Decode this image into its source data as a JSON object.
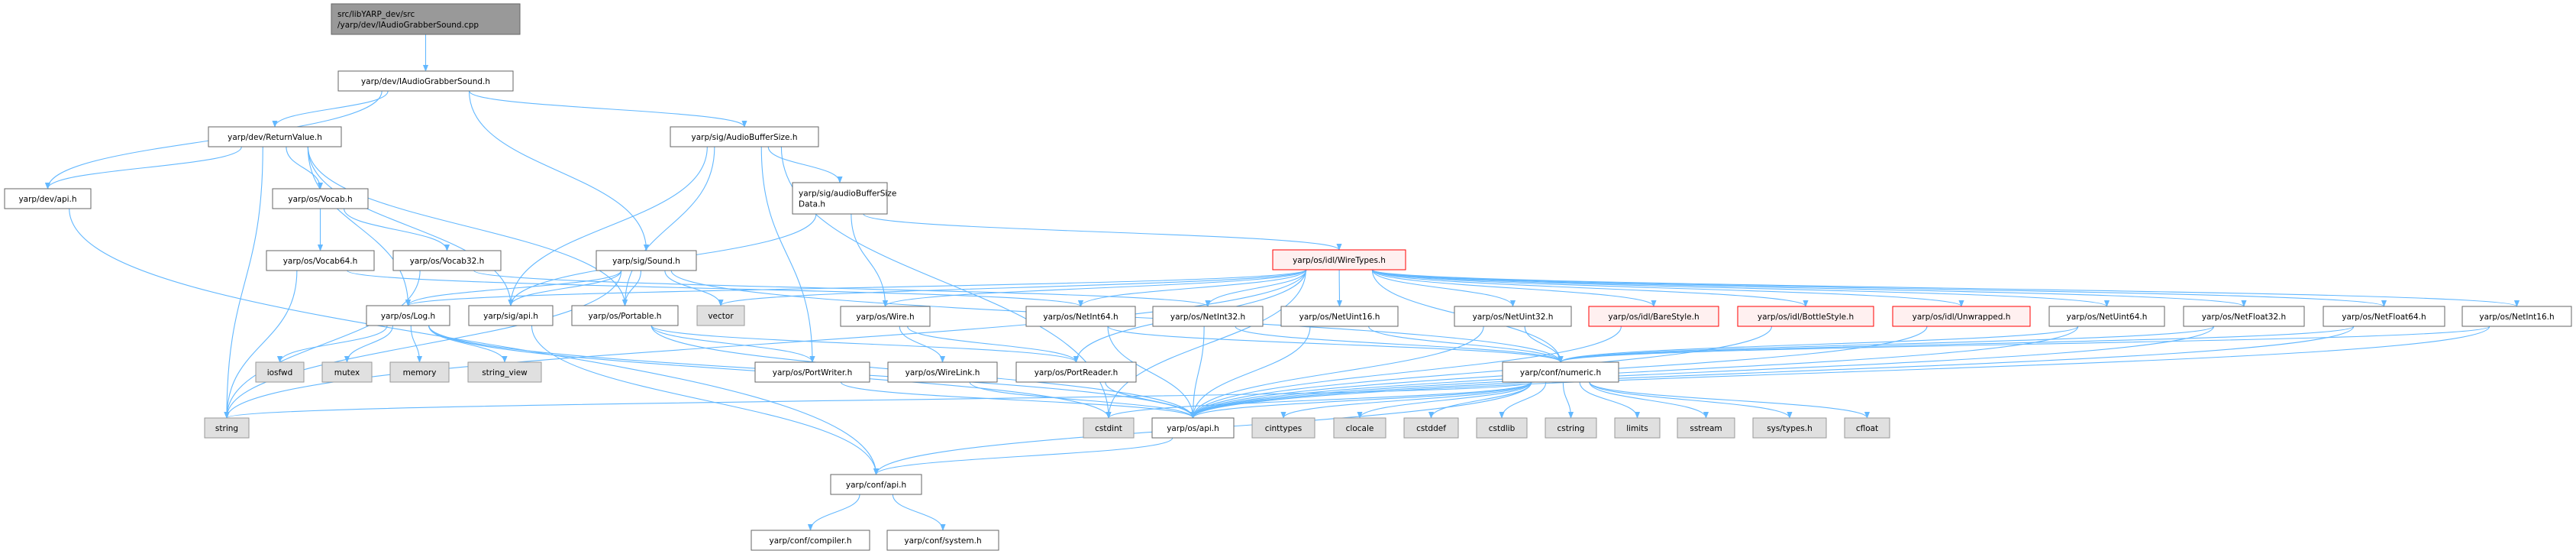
{
  "title": "src/libYARP_dev/src/yarp/dev/IAudioGrabberSound.cpp include dependency graph",
  "colors": {
    "edge": "#63b8ff",
    "root_fill": "#999999",
    "root_border": "#666666",
    "node_border": "#666666",
    "system_fill": "#e0e0e0",
    "system_border": "#999999",
    "missing_fill": "#fff0f0",
    "missing_border": "#ff0000"
  },
  "nodes": [
    {
      "id": "root",
      "lines": [
        "src/libYARP_dev/src",
        "/yarp/dev/IAudioGrabberSound.cpp"
      ],
      "kind": "root"
    },
    {
      "id": "iags",
      "lines": [
        "yarp/dev/IAudioGrabberSound.h"
      ],
      "kind": "file"
    },
    {
      "id": "retval",
      "lines": [
        "yarp/dev/ReturnValue.h"
      ],
      "kind": "file"
    },
    {
      "id": "abs",
      "lines": [
        "yarp/sig/AudioBufferSize.h"
      ],
      "kind": "file"
    },
    {
      "id": "devapi",
      "lines": [
        "yarp/dev/api.h"
      ],
      "kind": "file"
    },
    {
      "id": "vocab",
      "lines": [
        "yarp/os/Vocab.h"
      ],
      "kind": "file"
    },
    {
      "id": "absdata",
      "lines": [
        "yarp/sig/audioBufferSize",
        "Data.h"
      ],
      "kind": "file"
    },
    {
      "id": "vocab64",
      "lines": [
        "yarp/os/Vocab64.h"
      ],
      "kind": "file"
    },
    {
      "id": "vocab32",
      "lines": [
        "yarp/os/Vocab32.h"
      ],
      "kind": "file"
    },
    {
      "id": "sound",
      "lines": [
        "yarp/sig/Sound.h"
      ],
      "kind": "file"
    },
    {
      "id": "wiretypes",
      "lines": [
        "yarp/os/idl/WireTypes.h"
      ],
      "kind": "missing"
    },
    {
      "id": "log",
      "lines": [
        "yarp/os/Log.h"
      ],
      "kind": "file"
    },
    {
      "id": "sigapi",
      "lines": [
        "yarp/sig/api.h"
      ],
      "kind": "file"
    },
    {
      "id": "portable",
      "lines": [
        "yarp/os/Portable.h"
      ],
      "kind": "file"
    },
    {
      "id": "vector",
      "lines": [
        "vector"
      ],
      "kind": "system"
    },
    {
      "id": "wire",
      "lines": [
        "yarp/os/Wire.h"
      ],
      "kind": "file"
    },
    {
      "id": "netint64",
      "lines": [
        "yarp/os/NetInt64.h"
      ],
      "kind": "file"
    },
    {
      "id": "netint32",
      "lines": [
        "yarp/os/NetInt32.h"
      ],
      "kind": "file"
    },
    {
      "id": "netuint16",
      "lines": [
        "yarp/os/NetUint16.h"
      ],
      "kind": "file"
    },
    {
      "id": "netuint32",
      "lines": [
        "yarp/os/NetUint32.h"
      ],
      "kind": "file"
    },
    {
      "id": "barestyle",
      "lines": [
        "yarp/os/idl/BareStyle.h"
      ],
      "kind": "missing"
    },
    {
      "id": "bottlestyle",
      "lines": [
        "yarp/os/idl/BottleStyle.h"
      ],
      "kind": "missing"
    },
    {
      "id": "unwrapped",
      "lines": [
        "yarp/os/idl/Unwrapped.h"
      ],
      "kind": "missing"
    },
    {
      "id": "netuint64",
      "lines": [
        "yarp/os/NetUint64.h"
      ],
      "kind": "file"
    },
    {
      "id": "netfloat32",
      "lines": [
        "yarp/os/NetFloat32.h"
      ],
      "kind": "file"
    },
    {
      "id": "netfloat64",
      "lines": [
        "yarp/os/NetFloat64.h"
      ],
      "kind": "file"
    },
    {
      "id": "netint16",
      "lines": [
        "yarp/os/NetInt16.h"
      ],
      "kind": "file"
    },
    {
      "id": "iosfwd",
      "lines": [
        "iosfwd"
      ],
      "kind": "system"
    },
    {
      "id": "mutex",
      "lines": [
        "mutex"
      ],
      "kind": "system"
    },
    {
      "id": "memory",
      "lines": [
        "memory"
      ],
      "kind": "system"
    },
    {
      "id": "string_view",
      "lines": [
        "string_view"
      ],
      "kind": "system"
    },
    {
      "id": "portwriter",
      "lines": [
        "yarp/os/PortWriter.h"
      ],
      "kind": "file"
    },
    {
      "id": "wirelink",
      "lines": [
        "yarp/os/WireLink.h"
      ],
      "kind": "file"
    },
    {
      "id": "portreader",
      "lines": [
        "yarp/os/PortReader.h"
      ],
      "kind": "file"
    },
    {
      "id": "numeric",
      "lines": [
        "yarp/conf/numeric.h"
      ],
      "kind": "file"
    },
    {
      "id": "string",
      "lines": [
        "string"
      ],
      "kind": "system"
    },
    {
      "id": "cstdint",
      "lines": [
        "cstdint"
      ],
      "kind": "system"
    },
    {
      "id": "osapi",
      "lines": [
        "yarp/os/api.h"
      ],
      "kind": "file"
    },
    {
      "id": "cinttypes",
      "lines": [
        "cinttypes"
      ],
      "kind": "system"
    },
    {
      "id": "clocale",
      "lines": [
        "clocale"
      ],
      "kind": "system"
    },
    {
      "id": "cstddef",
      "lines": [
        "cstddef"
      ],
      "kind": "system"
    },
    {
      "id": "cstdlib",
      "lines": [
        "cstdlib"
      ],
      "kind": "system"
    },
    {
      "id": "cstring",
      "lines": [
        "cstring"
      ],
      "kind": "system"
    },
    {
      "id": "limits",
      "lines": [
        "limits"
      ],
      "kind": "system"
    },
    {
      "id": "sstream",
      "lines": [
        "sstream"
      ],
      "kind": "system"
    },
    {
      "id": "systypes",
      "lines": [
        "sys/types.h"
      ],
      "kind": "system"
    },
    {
      "id": "cfloat",
      "lines": [
        "cfloat"
      ],
      "kind": "system"
    },
    {
      "id": "confapi",
      "lines": [
        "yarp/conf/api.h"
      ],
      "kind": "file"
    },
    {
      "id": "compiler",
      "lines": [
        "yarp/conf/compiler.h"
      ],
      "kind": "file"
    },
    {
      "id": "system",
      "lines": [
        "yarp/conf/system.h"
      ],
      "kind": "file"
    }
  ],
  "edges": [
    [
      "root",
      "iags"
    ],
    [
      "iags",
      "devapi"
    ],
    [
      "iags",
      "retval"
    ],
    [
      "iags",
      "sound"
    ],
    [
      "iags",
      "abs"
    ],
    [
      "retval",
      "devapi"
    ],
    [
      "retval",
      "vocab"
    ],
    [
      "retval",
      "log"
    ],
    [
      "retval",
      "portable"
    ],
    [
      "retval",
      "string"
    ],
    [
      "retval",
      "sigapi"
    ],
    [
      "devapi",
      "confapi"
    ],
    [
      "vocab",
      "vocab64"
    ],
    [
      "vocab",
      "vocab32"
    ],
    [
      "vocab64",
      "string"
    ],
    [
      "vocab64",
      "netint64"
    ],
    [
      "vocab32",
      "string"
    ],
    [
      "vocab32",
      "netint32"
    ],
    [
      "abs",
      "absdata"
    ],
    [
      "abs",
      "portable"
    ],
    [
      "abs",
      "portwriter"
    ],
    [
      "abs",
      "sigapi"
    ],
    [
      "abs",
      "cstdint"
    ],
    [
      "absdata",
      "wiretypes"
    ],
    [
      "absdata",
      "wire"
    ],
    [
      "absdata",
      "sigapi"
    ],
    [
      "sound",
      "sigapi"
    ],
    [
      "sound",
      "portable"
    ],
    [
      "sound",
      "vector"
    ],
    [
      "sound",
      "string"
    ],
    [
      "sound",
      "log"
    ],
    [
      "sound",
      "numeric"
    ],
    [
      "log",
      "iosfwd"
    ],
    [
      "log",
      "mutex"
    ],
    [
      "log",
      "memory"
    ],
    [
      "log",
      "string_view"
    ],
    [
      "log",
      "osapi"
    ],
    [
      "log",
      "cstdint"
    ],
    [
      "sigapi",
      "confapi"
    ],
    [
      "portable",
      "portwriter"
    ],
    [
      "portable",
      "portreader"
    ],
    [
      "portable",
      "osapi"
    ],
    [
      "portwriter",
      "osapi"
    ],
    [
      "wire",
      "wirelink"
    ],
    [
      "wire",
      "portreader"
    ],
    [
      "wirelink",
      "osapi"
    ],
    [
      "portreader",
      "osapi"
    ],
    [
      "wiretypes",
      "vector"
    ],
    [
      "wiretypes",
      "string"
    ],
    [
      "wiretypes",
      "log"
    ],
    [
      "wiretypes",
      "wire"
    ],
    [
      "wiretypes",
      "netint64"
    ],
    [
      "wiretypes",
      "netint32"
    ],
    [
      "wiretypes",
      "netuint16"
    ],
    [
      "wiretypes",
      "netuint32"
    ],
    [
      "wiretypes",
      "barestyle"
    ],
    [
      "wiretypes",
      "bottlestyle"
    ],
    [
      "wiretypes",
      "unwrapped"
    ],
    [
      "wiretypes",
      "netuint64"
    ],
    [
      "wiretypes",
      "netfloat32"
    ],
    [
      "wiretypes",
      "netfloat64"
    ],
    [
      "wiretypes",
      "netint16"
    ],
    [
      "wiretypes",
      "cstdint"
    ],
    [
      "wiretypes",
      "numeric"
    ],
    [
      "wiretypes",
      "portreader"
    ],
    [
      "netint64",
      "osapi"
    ],
    [
      "netint64",
      "numeric"
    ],
    [
      "netint32",
      "osapi"
    ],
    [
      "netint32",
      "numeric"
    ],
    [
      "netuint16",
      "osapi"
    ],
    [
      "netuint16",
      "numeric"
    ],
    [
      "netuint32",
      "osapi"
    ],
    [
      "netuint32",
      "numeric"
    ],
    [
      "barestyle",
      "osapi"
    ],
    [
      "bottlestyle",
      "osapi"
    ],
    [
      "unwrapped",
      "osapi"
    ],
    [
      "netuint64",
      "osapi"
    ],
    [
      "netuint64",
      "numeric"
    ],
    [
      "netfloat32",
      "osapi"
    ],
    [
      "netfloat32",
      "numeric"
    ],
    [
      "netfloat64",
      "osapi"
    ],
    [
      "netfloat64",
      "numeric"
    ],
    [
      "netint16",
      "osapi"
    ],
    [
      "netint16",
      "numeric"
    ],
    [
      "numeric",
      "osapi"
    ],
    [
      "numeric",
      "cinttypes"
    ],
    [
      "numeric",
      "clocale"
    ],
    [
      "numeric",
      "cstddef"
    ],
    [
      "numeric",
      "cstdlib"
    ],
    [
      "numeric",
      "cstring"
    ],
    [
      "numeric",
      "limits"
    ],
    [
      "numeric",
      "sstream"
    ],
    [
      "numeric",
      "systypes"
    ],
    [
      "numeric",
      "cfloat"
    ],
    [
      "numeric",
      "string"
    ],
    [
      "numeric",
      "cstdint"
    ],
    [
      "numeric",
      "confapi"
    ],
    [
      "osapi",
      "confapi"
    ],
    [
      "confapi",
      "compiler"
    ],
    [
      "confapi",
      "system"
    ]
  ]
}
